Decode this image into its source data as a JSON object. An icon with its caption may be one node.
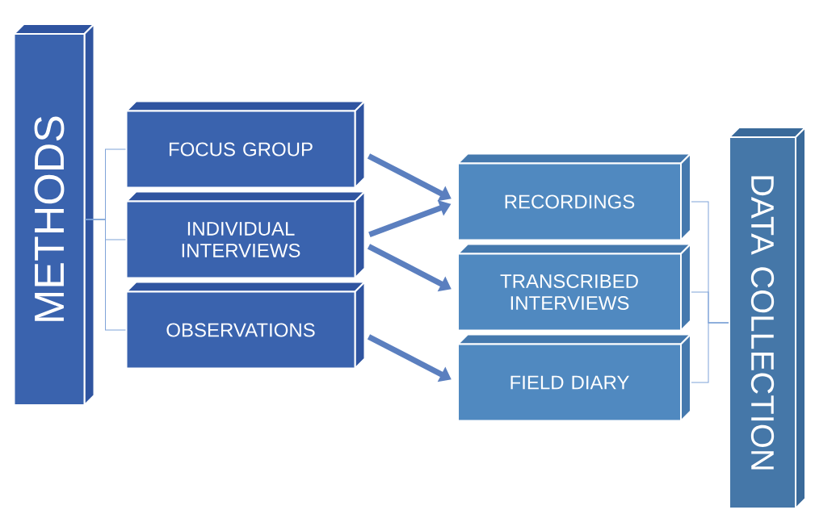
{
  "diagram": {
    "nodes": [
      {
        "text": [
          "METHODS"
        ]
      },
      {
        "text": [
          "FOCUS GROUP"
        ]
      },
      {
        "text": [
          "INDIVIDUAL INTERVIEWS"
        ]
      },
      {
        "text": [
          "OBSERVATIONS"
        ]
      },
      {
        "text": [
          "RECORDINGS"
        ]
      },
      {
        "text": [
          "TRANSCRIBED INTERVIEWS"
        ]
      },
      {
        "text": [
          "FIELD DIARY"
        ]
      },
      {
        "text": [
          "DATA COLLECTION"
        ]
      }
    ],
    "edges": [
      {
        "from": 0,
        "to": 1,
        "arrow": "none"
      },
      {
        "from": 0,
        "to": 2,
        "arrow": "none"
      },
      {
        "from": 0,
        "to": 3,
        "arrow": "none"
      },
      {
        "from": 1,
        "to": 4,
        "arrow": "to",
        "style": "thick",
        "color": "#5b7fbf"
      },
      {
        "from": 2,
        "to": 4,
        "arrow": "to",
        "style": "thick",
        "color": "#5b7fbf"
      },
      {
        "from": 2,
        "to": 5,
        "arrow": "to",
        "style": "thick",
        "color": "#5b7fbf"
      },
      {
        "from": 3,
        "to": 6,
        "arrow": "to",
        "style": "thick",
        "color": "#5b7fbf"
      },
      {
        "from": 4,
        "to": 7,
        "arrow": "none"
      },
      {
        "from": 5,
        "to": 7,
        "arrow": "none"
      },
      {
        "from": 6,
        "to": 7,
        "arrow": "none"
      }
    ]
  }
}
